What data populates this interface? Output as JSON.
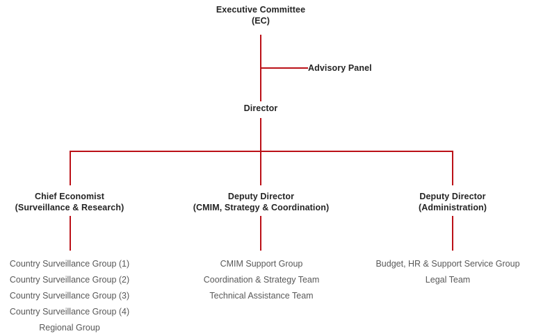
{
  "chart": {
    "type": "org-chart",
    "line_color": "#bb1017",
    "heading_color": "#242424",
    "leaf_color": "#585858",
    "background": "#ffffff"
  },
  "nodes": {
    "executive_committee": {
      "line1": "Executive Committee",
      "line2": "(EC)"
    },
    "advisory_panel": {
      "label": "Advisory Panel"
    },
    "director": {
      "label": "Director"
    },
    "chief_economist": {
      "line1": "Chief Economist",
      "line2": "(Surveillance & Research)"
    },
    "deputy_director_cmim": {
      "line1": "Deputy Director",
      "line2": "(CMIM, Strategy & Coordination)"
    },
    "deputy_director_admin": {
      "line1": "Deputy Director",
      "line2": "(Administration)"
    }
  },
  "columns": [
    {
      "parent": "Chief Economist (Surveillance & Research)",
      "items": [
        "Country Surveillance Group (1)",
        "Country Surveillance Group (2)",
        "Country Surveillance Group (3)",
        "Country Surveillance Group (4)",
        "Regional Group"
      ]
    },
    {
      "parent": "Deputy Director (CMIM, Strategy & Coordination)",
      "items": [
        "CMIM Support Group",
        "Coordination & Strategy Team",
        "Technical Assistance Team"
      ]
    },
    {
      "parent": "Deputy Director (Administration)",
      "items": [
        "Budget, HR & Support Service Group",
        "Legal Team"
      ]
    }
  ]
}
